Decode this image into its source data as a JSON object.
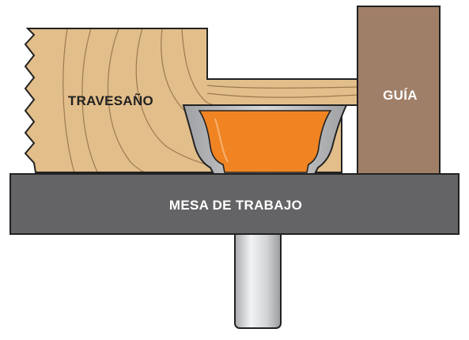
{
  "labels": {
    "crosspiece": "TRAVESAÑO",
    "fence": "GUÍA",
    "table": "MESA DE TRABAJO"
  },
  "colors": {
    "wood": "#E2BE8A",
    "wood_grain": "#9C7A50",
    "fence": "#A07F68",
    "table": "#646467",
    "cutter_orange": "#F08422",
    "cutter_steel": "#B4B4B4",
    "shank": "#D9DADC",
    "outline": "#222222",
    "label_dark": "#222222",
    "label_light": "#FFFFFF"
  }
}
